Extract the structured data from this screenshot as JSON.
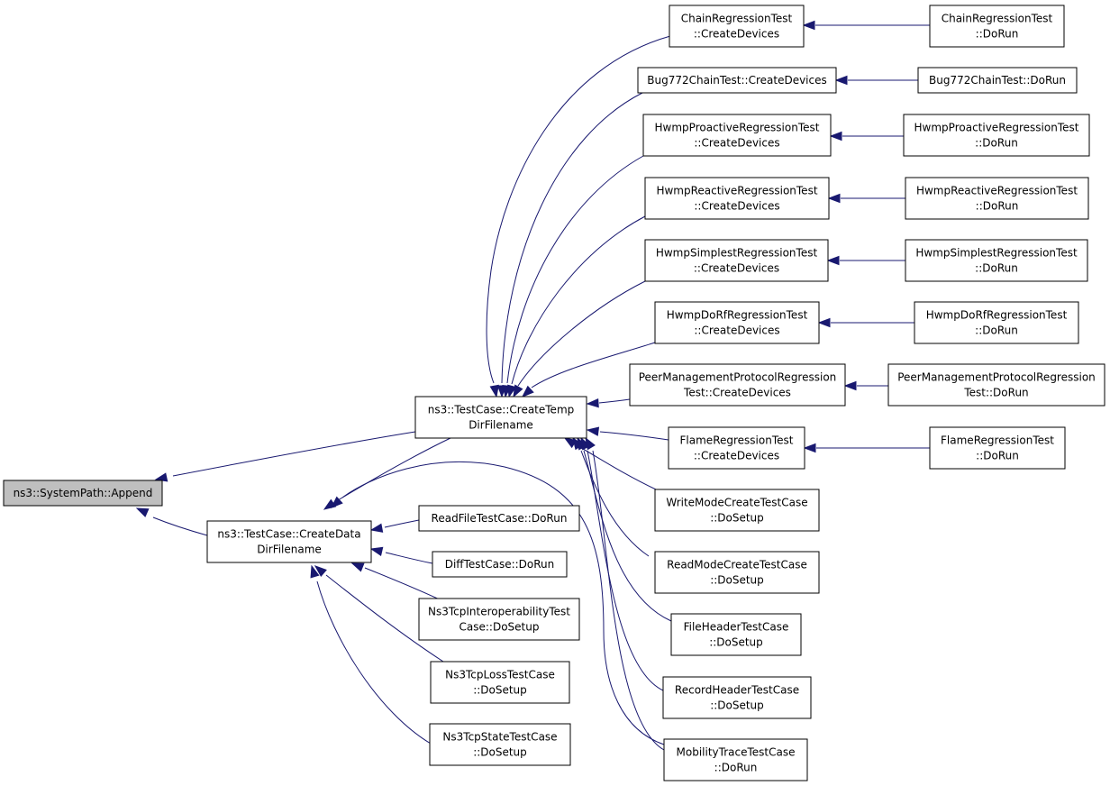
{
  "graph": {
    "colors": {
      "edge": "#191970",
      "node_border": "#000000",
      "root_fill": "#bfbfbf",
      "node_fill": "#ffffff"
    },
    "nodes": {
      "append": {
        "lines": [
          "ns3::SystemPath::Append"
        ],
        "root": true
      },
      "createTemp": {
        "lines": [
          "ns3::TestCase::CreateTemp",
          "DirFilename"
        ]
      },
      "createData": {
        "lines": [
          "ns3::TestCase::CreateData",
          "DirFilename"
        ]
      },
      "chainCD": {
        "lines": [
          "ChainRegressionTest",
          "::CreateDevices"
        ]
      },
      "chainRun": {
        "lines": [
          "ChainRegressionTest",
          "::DoRun"
        ]
      },
      "bugCD": {
        "lines": [
          "Bug772ChainTest::CreateDevices"
        ]
      },
      "bugRun": {
        "lines": [
          "Bug772ChainTest::DoRun"
        ]
      },
      "proCD": {
        "lines": [
          "HwmpProactiveRegressionTest",
          "::CreateDevices"
        ]
      },
      "proRun": {
        "lines": [
          "HwmpProactiveRegressionTest",
          "::DoRun"
        ]
      },
      "reaCD": {
        "lines": [
          "HwmpReactiveRegressionTest",
          "::CreateDevices"
        ]
      },
      "reaRun": {
        "lines": [
          "HwmpReactiveRegressionTest",
          "::DoRun"
        ]
      },
      "simCD": {
        "lines": [
          "HwmpSimplestRegressionTest",
          "::CreateDevices"
        ]
      },
      "simRun": {
        "lines": [
          "HwmpSimplestRegressionTest",
          "::DoRun"
        ]
      },
      "dorfCD": {
        "lines": [
          "HwmpDoRfRegressionTest",
          "::CreateDevices"
        ]
      },
      "dorfRun": {
        "lines": [
          "HwmpDoRfRegressionTest",
          "::DoRun"
        ]
      },
      "peerCD": {
        "lines": [
          "PeerManagementProtocolRegression",
          "Test::CreateDevices"
        ]
      },
      "peerRun": {
        "lines": [
          "PeerManagementProtocolRegression",
          "Test::DoRun"
        ]
      },
      "flameCD": {
        "lines": [
          "FlameRegressionTest",
          "::CreateDevices"
        ]
      },
      "flameRun": {
        "lines": [
          "FlameRegressionTest",
          "::DoRun"
        ]
      },
      "writeMode": {
        "lines": [
          "WriteModeCreateTestCase",
          "::DoSetup"
        ]
      },
      "readMode": {
        "lines": [
          "ReadModeCreateTestCase",
          "::DoSetup"
        ]
      },
      "fileHeader": {
        "lines": [
          "FileHeaderTestCase",
          "::DoSetup"
        ]
      },
      "recordHeader": {
        "lines": [
          "RecordHeaderTestCase",
          "::DoSetup"
        ]
      },
      "mobility": {
        "lines": [
          "MobilityTraceTestCase",
          "::DoRun"
        ]
      },
      "readFile": {
        "lines": [
          "ReadFileTestCase::DoRun"
        ]
      },
      "diff": {
        "lines": [
          "DiffTestCase::DoRun"
        ]
      },
      "interop": {
        "lines": [
          "Ns3TcpInteroperabilityTest",
          "Case::DoSetup"
        ]
      },
      "loss": {
        "lines": [
          "Ns3TcpLossTestCase",
          "::DoSetup"
        ]
      },
      "state": {
        "lines": [
          "Ns3TcpStateTestCase",
          "::DoSetup"
        ]
      }
    },
    "edges": [
      {
        "from": "createTemp",
        "to": "append"
      },
      {
        "from": "createData",
        "to": "append"
      },
      {
        "from": "chainCD",
        "to": "createTemp"
      },
      {
        "from": "bugCD",
        "to": "createTemp"
      },
      {
        "from": "proCD",
        "to": "createTemp"
      },
      {
        "from": "reaCD",
        "to": "createTemp"
      },
      {
        "from": "simCD",
        "to": "createTemp"
      },
      {
        "from": "dorfCD",
        "to": "createTemp"
      },
      {
        "from": "peerCD",
        "to": "createTemp"
      },
      {
        "from": "flameCD",
        "to": "createTemp"
      },
      {
        "from": "writeMode",
        "to": "createTemp"
      },
      {
        "from": "readMode",
        "to": "createTemp"
      },
      {
        "from": "fileHeader",
        "to": "createTemp"
      },
      {
        "from": "recordHeader",
        "to": "createTemp"
      },
      {
        "from": "mobility",
        "to": "createTemp"
      },
      {
        "from": "mobility",
        "to": "createData"
      },
      {
        "from": "createTemp",
        "to": "createData"
      },
      {
        "from": "readFile",
        "to": "createData"
      },
      {
        "from": "diff",
        "to": "createData"
      },
      {
        "from": "interop",
        "to": "createData"
      },
      {
        "from": "loss",
        "to": "createData"
      },
      {
        "from": "state",
        "to": "createData"
      },
      {
        "from": "chainRun",
        "to": "chainCD"
      },
      {
        "from": "bugRun",
        "to": "bugCD"
      },
      {
        "from": "proRun",
        "to": "proCD"
      },
      {
        "from": "reaRun",
        "to": "reaCD"
      },
      {
        "from": "simRun",
        "to": "simCD"
      },
      {
        "from": "dorfRun",
        "to": "dorfCD"
      },
      {
        "from": "peerRun",
        "to": "peerCD"
      },
      {
        "from": "flameRun",
        "to": "flameCD"
      }
    ]
  }
}
